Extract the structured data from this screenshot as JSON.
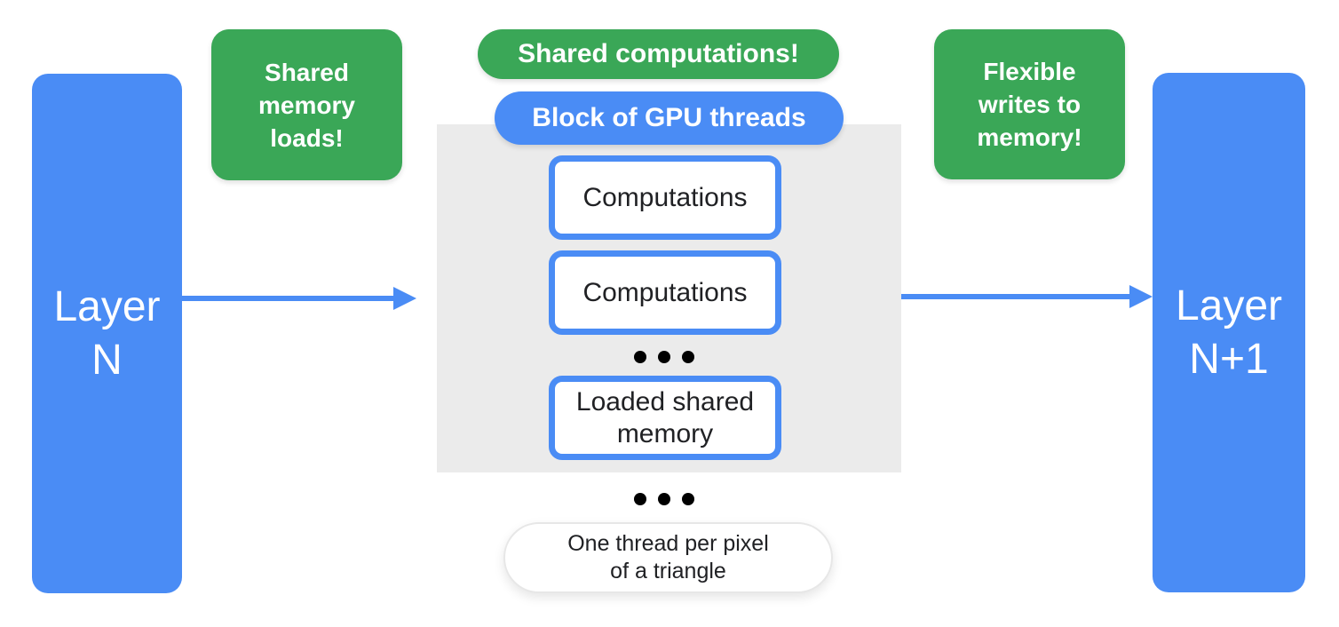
{
  "diagram": {
    "title_semantic": "GPU thread block shared-memory rendering diagram",
    "colors": {
      "blue": "#4A8CF5",
      "green": "#3AA757",
      "panel_gray": "#EBEBEB",
      "dark_text": "#202124",
      "white": "#FFFFFF"
    },
    "layer_n": {
      "label": "Layer\nN"
    },
    "layer_n_plus_1": {
      "label": "Layer\nN+1"
    },
    "callouts": {
      "left_green": {
        "label": "Shared\nmemory\nloads!"
      },
      "top_green": {
        "label": "Shared computations!"
      },
      "right_green": {
        "label": "Flexible\nwrites to\nmemory!"
      },
      "block_pill": {
        "label": "Block of GPU threads"
      }
    },
    "gpu_block": {
      "boxes": [
        {
          "label": "Computations"
        },
        {
          "label": "Computations"
        },
        {
          "label": "Loaded shared\nmemory"
        }
      ],
      "ellipsis_inside": {
        "icon": "three-dots",
        "count": 3
      },
      "ellipsis_below": {
        "icon": "three-dots",
        "count": 3
      }
    },
    "arrows": {
      "left": {
        "icon": "right-arrow",
        "from": "Layer N",
        "to": "Block of GPU threads"
      },
      "right": {
        "icon": "right-arrow",
        "from": "Block of GPU threads",
        "to": "Layer N+1"
      }
    },
    "footnote": {
      "label": "One thread per pixel\nof a triangle"
    }
  }
}
